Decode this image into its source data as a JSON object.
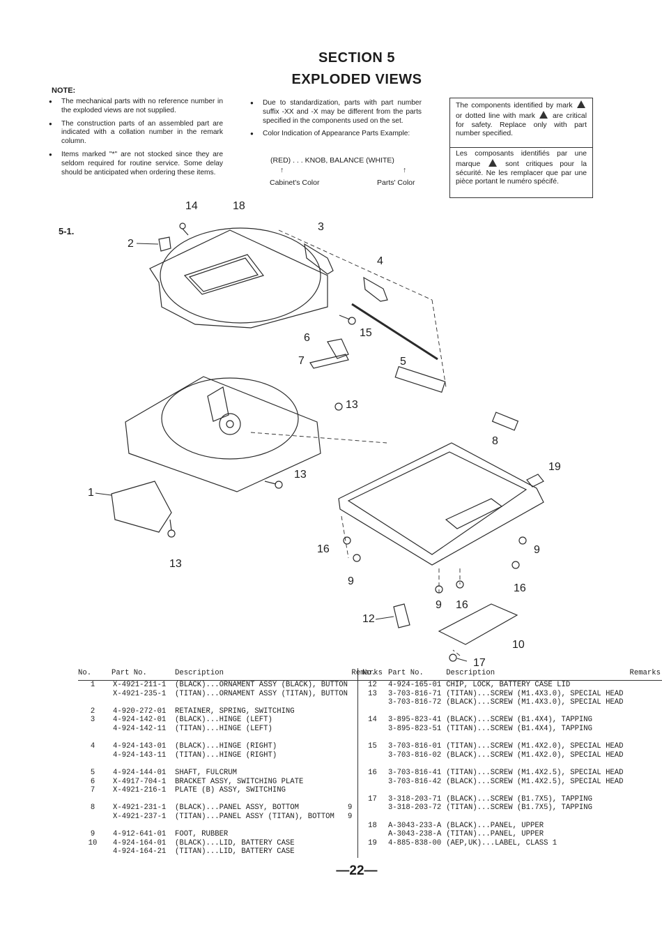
{
  "section": {
    "line1": "SECTION 5",
    "line2": "EXPLODED VIEWS"
  },
  "note_label": "NOTE:",
  "notes_left": [
    "The mechanical parts with no reference number in the exploded views are not supplied.",
    "The construction parts of an assembled part are indicated with a collation number in the remark column.",
    "Items marked \"*\" are not stocked since they are seldom required for routine service. Some delay should be anticipated when ordering these items."
  ],
  "notes_mid": [
    "Due to standardization, parts with part number suffix -XX and -X may be different from the parts specified in the components used on the set.",
    "Color Indication of Appearance Parts Example:"
  ],
  "color_example": {
    "code": "(RED) . . . KNOB, BALANCE (WHITE)",
    "arrow": "↑",
    "left_label": "Cabinet's Color",
    "right_label": "Parts' Color"
  },
  "safety_box": {
    "en_a": "The components identified by mark",
    "en_b": "or dotted line with mark",
    "en_c": "are critical for safety.",
    "en_d": "Replace only with part number specified.",
    "fr_a": "Les composants identifiés par une marque",
    "fr_b": "sont critiques pour la sécurité.",
    "fr_c": "Ne les remplacer que par une pièce portant le numéro spécifé."
  },
  "figure_label": "5-1.",
  "callouts": {
    "c1": "1",
    "c2": "2",
    "c3": "3",
    "c4": "4",
    "c5": "5",
    "c6": "6",
    "c7": "7",
    "c8": "8",
    "c9a": "9",
    "c9b": "9",
    "c9c": "9",
    "c10": "10",
    "c12": "12",
    "c13a": "13",
    "c13b": "13",
    "c13c": "13",
    "c14": "14",
    "c15": "15",
    "c16a": "16",
    "c16b": "16",
    "c16c": "16",
    "c17": "17",
    "c18": "18",
    "c19": "19"
  },
  "table_headers": {
    "no": "No.",
    "part": "Part No.",
    "desc": "Description",
    "remarks": "Remarks"
  },
  "left_rows": [
    [
      "1",
      "X-4921-211-1",
      "(BLACK)...ORNAMENT ASSY (BLACK), BUTTON",
      ""
    ],
    [
      "",
      "X-4921-235-1",
      "(TITAN)...ORNAMENT ASSY (TITAN), BUTTON",
      ""
    ],
    [
      "",
      "",
      "",
      ""
    ],
    [
      "2",
      "4-920-272-01",
      "RETAINER, SPRING, SWITCHING",
      ""
    ],
    [
      "3",
      "4-924-142-01",
      "(BLACK)...HINGE (LEFT)",
      ""
    ],
    [
      "",
      "4-924-142-11",
      "(TITAN)...HINGE (LEFT)",
      ""
    ],
    [
      "",
      "",
      "",
      ""
    ],
    [
      "4",
      "4-924-143-01",
      "(BLACK)...HINGE (RIGHT)",
      ""
    ],
    [
      "",
      "4-924-143-11",
      "(TITAN)...HINGE (RIGHT)",
      ""
    ],
    [
      "",
      "",
      "",
      ""
    ],
    [
      "5",
      "4-924-144-01",
      "SHAFT, FULCRUM",
      ""
    ],
    [
      "6",
      "X-4917-704-1",
      "BRACKET ASSY, SWITCHING PLATE",
      ""
    ],
    [
      "7",
      "X-4921-216-1",
      "PLATE (B) ASSY, SWITCHING",
      ""
    ],
    [
      "",
      "",
      "",
      ""
    ],
    [
      "8",
      "X-4921-231-1",
      "(BLACK)...PANEL ASSY, BOTTOM",
      "9"
    ],
    [
      "",
      "X-4921-237-1",
      "(TITAN)...PANEL ASSY (TITAN), BOTTOM",
      "9"
    ],
    [
      "",
      "",
      "",
      ""
    ],
    [
      "9",
      "4-912-641-01",
      "FOOT, RUBBER",
      ""
    ],
    [
      "10",
      "4-924-164-01",
      "(BLACK)...LID, BATTERY CASE",
      ""
    ],
    [
      "",
      "4-924-164-21",
      "(TITAN)...LID, BATTERY CASE",
      ""
    ]
  ],
  "right_rows": [
    [
      "12",
      "4-924-165-01",
      "CHIP, LOCK, BATTERY CASE LID",
      ""
    ],
    [
      "13",
      "3-703-816-71",
      "(TITAN)...SCREW (M1.4X3.0), SPECIAL HEAD",
      ""
    ],
    [
      "",
      "3-703-816-72",
      "(BLACK)...SCREW (M1.4X3.0), SPECIAL HEAD",
      ""
    ],
    [
      "",
      "",
      "",
      ""
    ],
    [
      "14",
      "3-895-823-41",
      "(BLACK)...SCREW (B1.4X4), TAPPING",
      ""
    ],
    [
      "",
      "3-895-823-51",
      "(TITAN)...SCREW (B1.4X4), TAPPING",
      ""
    ],
    [
      "",
      "",
      "",
      ""
    ],
    [
      "15",
      "3-703-816-01",
      "(TITAN)...SCREW (M1.4X2.0), SPECIAL HEAD",
      ""
    ],
    [
      "",
      "3-703-816-02",
      "(BLACK)...SCREW (M1.4X2.0), SPECIAL HEAD",
      ""
    ],
    [
      "",
      "",
      "",
      ""
    ],
    [
      "16",
      "3-703-816-41",
      "(TITAN)...SCREW (M1.4X2.5), SPECIAL HEAD",
      ""
    ],
    [
      "",
      "3-703-816-42",
      "(BLACK)...SCREW (M1.4X2.5), SPECIAL HEAD",
      ""
    ],
    [
      "",
      "",
      "",
      ""
    ],
    [
      "17",
      "3-318-203-71",
      "(BLACK)...SCREW (B1.7X5), TAPPING",
      ""
    ],
    [
      "",
      "3-318-203-72",
      "(TITAN)...SCREW (B1.7X5), TAPPING",
      ""
    ],
    [
      "",
      "",
      "",
      ""
    ],
    [
      "18",
      "A-3043-233-A",
      "(BLACK)...PANEL, UPPER",
      ""
    ],
    [
      "",
      "A-3043-238-A",
      "(TITAN)...PANEL, UPPER",
      ""
    ],
    [
      "19",
      "4-885-838-00",
      "(AEP,UK)...LABEL, CLASS 1",
      ""
    ]
  ],
  "page_number": "—22—"
}
